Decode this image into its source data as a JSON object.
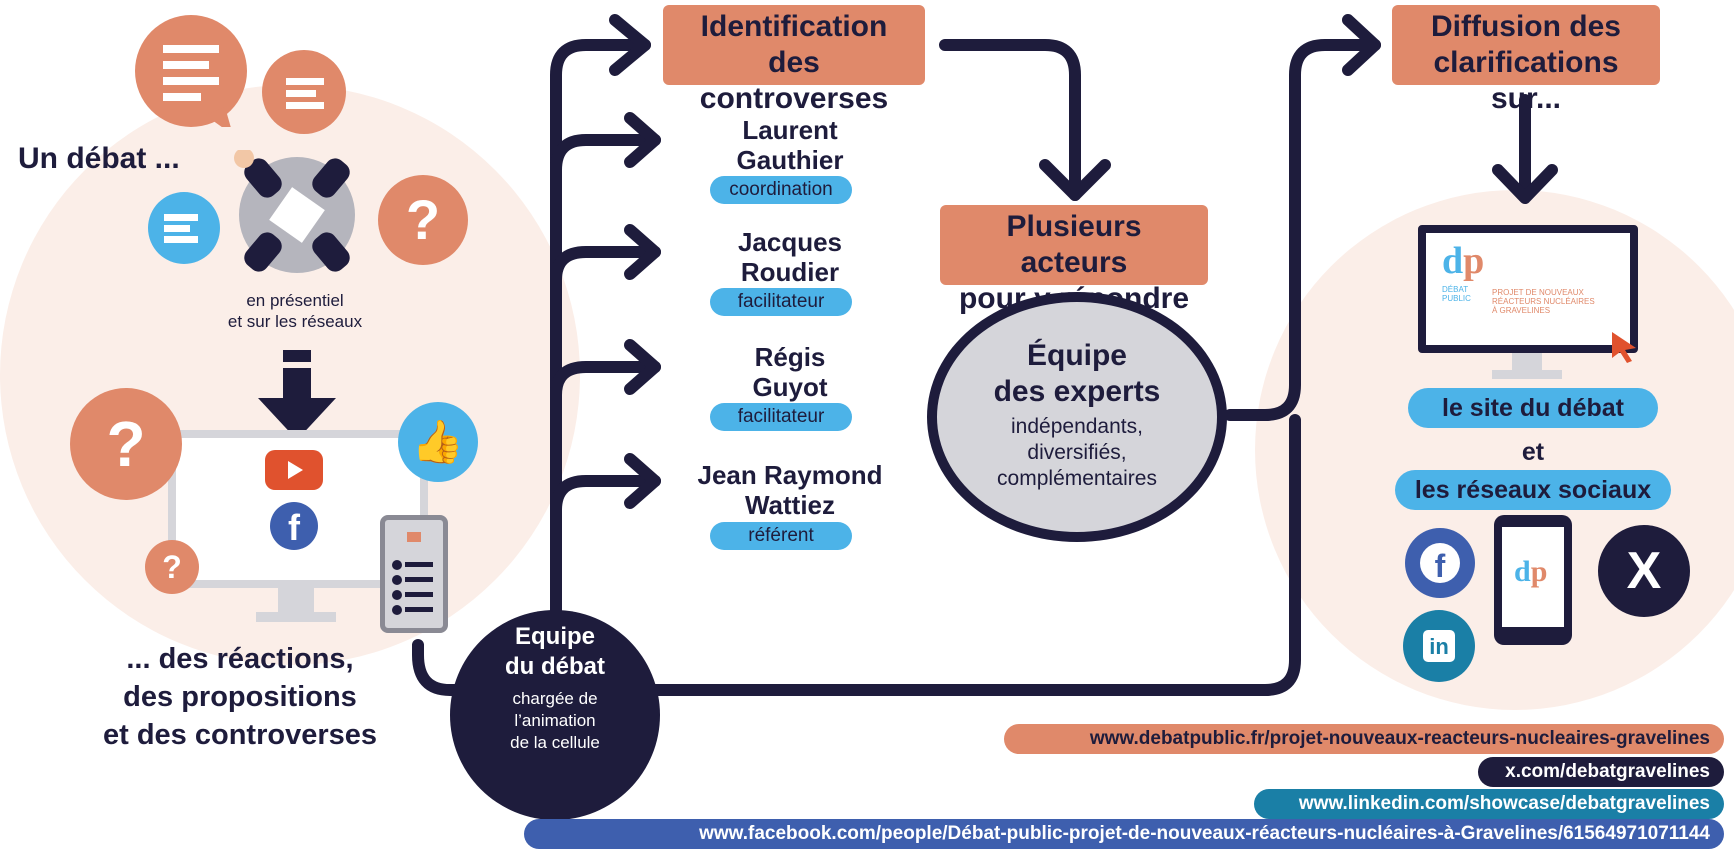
{
  "left": {
    "title": "Un débat ...",
    "subtitle_line1": "en présentiel",
    "subtitle_line2": "et sur les réseaux",
    "bottom_line1": "... des réactions,",
    "bottom_line2": "des propositions",
    "bottom_line3": "et des controverses"
  },
  "team": {
    "title_line1": "Equipe",
    "title_line2": "du débat",
    "desc_line1": "chargée de",
    "desc_line2": "l’animation",
    "desc_line3": "de la cellule"
  },
  "identification": {
    "line1": "Identification",
    "line2": "des controverses"
  },
  "people": [
    {
      "first": "Laurent",
      "last": "Gauthier",
      "role": "coordination"
    },
    {
      "first": "Jacques",
      "last": "Roudier",
      "role": "facilitateur"
    },
    {
      "first": "Régis",
      "last": "Guyot",
      "role": "facilitateur"
    },
    {
      "first": "Jean Raymond",
      "last": "Wattiez",
      "role": "référent"
    }
  ],
  "actors": {
    "line1": "Plusieurs acteurs",
    "line2": "pour y répondre :"
  },
  "experts": {
    "line1": "Équipe",
    "line2": "des experts",
    "line3": "indépendants,",
    "line4": "diversifiés,",
    "line5": "complémentaires"
  },
  "diffusion": {
    "line1": "Diffusion des",
    "line2": "clarifications sur..."
  },
  "right": {
    "site": "le site du débat",
    "and": "et",
    "social": "les réseaux sociaux",
    "logo_debat": "DÉBAT",
    "logo_public": "PUBLIC",
    "logo_proj1": "PROJET DE NOUVEAUX",
    "logo_proj2": "RÉACTEURS NUCLÉAIRES",
    "logo_proj3": "À GRAVELINES"
  },
  "links": [
    {
      "text": "www.debatpublic.fr/projet-nouveaux-reacteurs-nucleaires-gravelines",
      "color": "#e0896a",
      "fg": "#1e1c3c"
    },
    {
      "text": "x.com/debatgravelines",
      "color": "#1e1c3c",
      "fg": "#ffffff"
    },
    {
      "text": "www.linkedin.com/showcase/debatgravelines",
      "color": "#1a7fa6",
      "fg": "#ffffff"
    },
    {
      "text": "www.facebook.com/people/Débat-public-projet-de-nouveaux-réacteurs-nucléaires-à-Gravelines/61564971071144",
      "color": "#3e5fae",
      "fg": "#ffffff"
    }
  ],
  "colors": {
    "navy": "#1e1c3c",
    "orange": "#e0896a",
    "blue": "#4cb3e8",
    "grey": "#d5d5da",
    "peach": "#fbeee8"
  }
}
